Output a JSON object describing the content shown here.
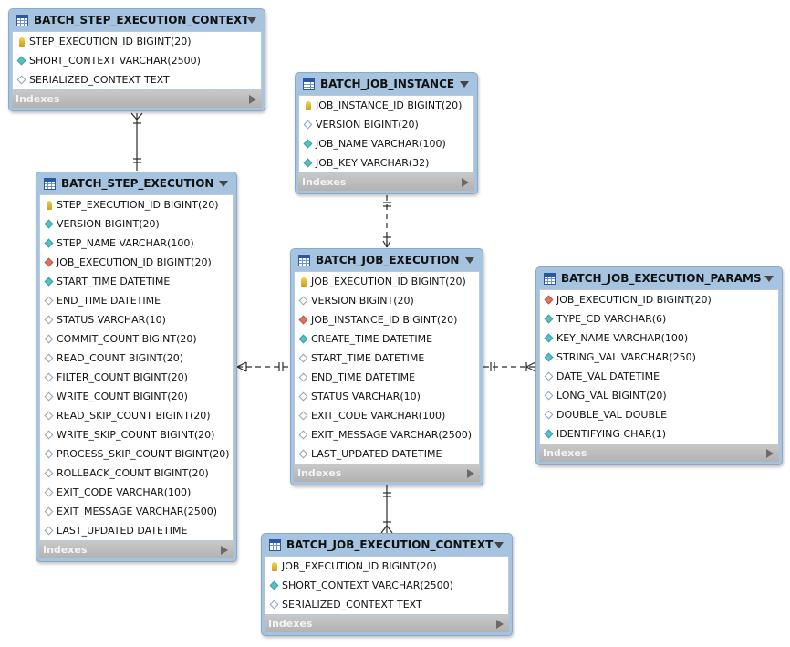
{
  "tables": {
    "step_ctx": {
      "name": "BATCH_STEP_EXECUTION_CONTEXT",
      "indexes_label": "Indexes",
      "columns": [
        {
          "icon": "primary-key-icon",
          "text": "STEP_EXECUTION_ID BIGINT(20)"
        },
        {
          "icon": "not-null-column-icon",
          "text": "SHORT_CONTEXT VARCHAR(2500)"
        },
        {
          "icon": "nullable-column-icon",
          "text": "SERIALIZED_CONTEXT TEXT"
        }
      ]
    },
    "job_inst": {
      "name": "BATCH_JOB_INSTANCE",
      "indexes_label": "Indexes",
      "columns": [
        {
          "icon": "primary-key-icon",
          "text": "JOB_INSTANCE_ID BIGINT(20)"
        },
        {
          "icon": "nullable-column-icon",
          "text": "VERSION BIGINT(20)"
        },
        {
          "icon": "not-null-column-icon",
          "text": "JOB_NAME VARCHAR(100)"
        },
        {
          "icon": "not-null-column-icon",
          "text": "JOB_KEY VARCHAR(32)"
        }
      ]
    },
    "step_exec": {
      "name": "BATCH_STEP_EXECUTION",
      "indexes_label": "Indexes",
      "columns": [
        {
          "icon": "primary-key-icon",
          "text": "STEP_EXECUTION_ID BIGINT(20)"
        },
        {
          "icon": "not-null-column-icon",
          "text": "VERSION BIGINT(20)"
        },
        {
          "icon": "not-null-column-icon",
          "text": "STEP_NAME VARCHAR(100)"
        },
        {
          "icon": "foreign-key-icon",
          "text": "JOB_EXECUTION_ID BIGINT(20)"
        },
        {
          "icon": "not-null-column-icon",
          "text": "START_TIME DATETIME"
        },
        {
          "icon": "nullable-column-icon",
          "text": "END_TIME DATETIME"
        },
        {
          "icon": "nullable-column-icon",
          "text": "STATUS VARCHAR(10)"
        },
        {
          "icon": "nullable-column-icon",
          "text": "COMMIT_COUNT BIGINT(20)"
        },
        {
          "icon": "nullable-column-icon",
          "text": "READ_COUNT BIGINT(20)"
        },
        {
          "icon": "nullable-column-icon",
          "text": "FILTER_COUNT BIGINT(20)"
        },
        {
          "icon": "nullable-column-icon",
          "text": "WRITE_COUNT BIGINT(20)"
        },
        {
          "icon": "nullable-column-icon",
          "text": "READ_SKIP_COUNT BIGINT(20)"
        },
        {
          "icon": "nullable-column-icon",
          "text": "WRITE_SKIP_COUNT BIGINT(20)"
        },
        {
          "icon": "nullable-column-icon",
          "text": "PROCESS_SKIP_COUNT BIGINT(20)"
        },
        {
          "icon": "nullable-column-icon",
          "text": "ROLLBACK_COUNT BIGINT(20)"
        },
        {
          "icon": "nullable-column-icon",
          "text": "EXIT_CODE VARCHAR(100)"
        },
        {
          "icon": "nullable-column-icon",
          "text": "EXIT_MESSAGE VARCHAR(2500)"
        },
        {
          "icon": "nullable-column-icon",
          "text": "LAST_UPDATED DATETIME"
        }
      ]
    },
    "job_exec": {
      "name": "BATCH_JOB_EXECUTION",
      "indexes_label": "Indexes",
      "columns": [
        {
          "icon": "primary-key-icon",
          "text": "JOB_EXECUTION_ID BIGINT(20)"
        },
        {
          "icon": "nullable-column-icon",
          "text": "VERSION BIGINT(20)"
        },
        {
          "icon": "foreign-key-icon",
          "text": "JOB_INSTANCE_ID BIGINT(20)"
        },
        {
          "icon": "not-null-column-icon",
          "text": "CREATE_TIME DATETIME"
        },
        {
          "icon": "nullable-column-icon",
          "text": "START_TIME DATETIME"
        },
        {
          "icon": "nullable-column-icon",
          "text": "END_TIME DATETIME"
        },
        {
          "icon": "nullable-column-icon",
          "text": "STATUS VARCHAR(10)"
        },
        {
          "icon": "nullable-column-icon",
          "text": "EXIT_CODE VARCHAR(100)"
        },
        {
          "icon": "nullable-column-icon",
          "text": "EXIT_MESSAGE VARCHAR(2500)"
        },
        {
          "icon": "nullable-column-icon",
          "text": "LAST_UPDATED DATETIME"
        }
      ]
    },
    "job_params": {
      "name": "BATCH_JOB_EXECUTION_PARAMS",
      "indexes_label": "Indexes",
      "columns": [
        {
          "icon": "foreign-key-icon",
          "text": "JOB_EXECUTION_ID BIGINT(20)"
        },
        {
          "icon": "not-null-column-icon",
          "text": "TYPE_CD VARCHAR(6)"
        },
        {
          "icon": "not-null-column-icon",
          "text": "KEY_NAME VARCHAR(100)"
        },
        {
          "icon": "not-null-column-icon",
          "text": "STRING_VAL VARCHAR(250)"
        },
        {
          "icon": "nullable-column-icon",
          "text": "DATE_VAL DATETIME"
        },
        {
          "icon": "nullable-column-icon",
          "text": "LONG_VAL BIGINT(20)"
        },
        {
          "icon": "nullable-column-icon",
          "text": "DOUBLE_VAL DOUBLE"
        },
        {
          "icon": "not-null-column-icon",
          "text": "IDENTIFYING CHAR(1)"
        }
      ]
    },
    "job_ctx": {
      "name": "BATCH_JOB_EXECUTION_CONTEXT",
      "indexes_label": "Indexes",
      "columns": [
        {
          "icon": "primary-key-icon",
          "text": "JOB_EXECUTION_ID BIGINT(20)"
        },
        {
          "icon": "not-null-column-icon",
          "text": "SHORT_CONTEXT VARCHAR(2500)"
        },
        {
          "icon": "nullable-column-icon",
          "text": "SERIALIZED_CONTEXT TEXT"
        }
      ]
    }
  },
  "relationships": [
    {
      "from": "BATCH_STEP_EXECUTION",
      "to": "BATCH_STEP_EXECUTION_CONTEXT",
      "style": "identifying"
    },
    {
      "from": "BATCH_JOB_EXECUTION",
      "to": "BATCH_JOB_INSTANCE",
      "style": "non-identifying"
    },
    {
      "from": "BATCH_STEP_EXECUTION",
      "to": "BATCH_JOB_EXECUTION",
      "style": "non-identifying"
    },
    {
      "from": "BATCH_JOB_EXECUTION_PARAMS",
      "to": "BATCH_JOB_EXECUTION",
      "style": "non-identifying"
    },
    {
      "from": "BATCH_JOB_EXECUTION",
      "to": "BATCH_JOB_EXECUTION_CONTEXT",
      "style": "identifying"
    }
  ]
}
